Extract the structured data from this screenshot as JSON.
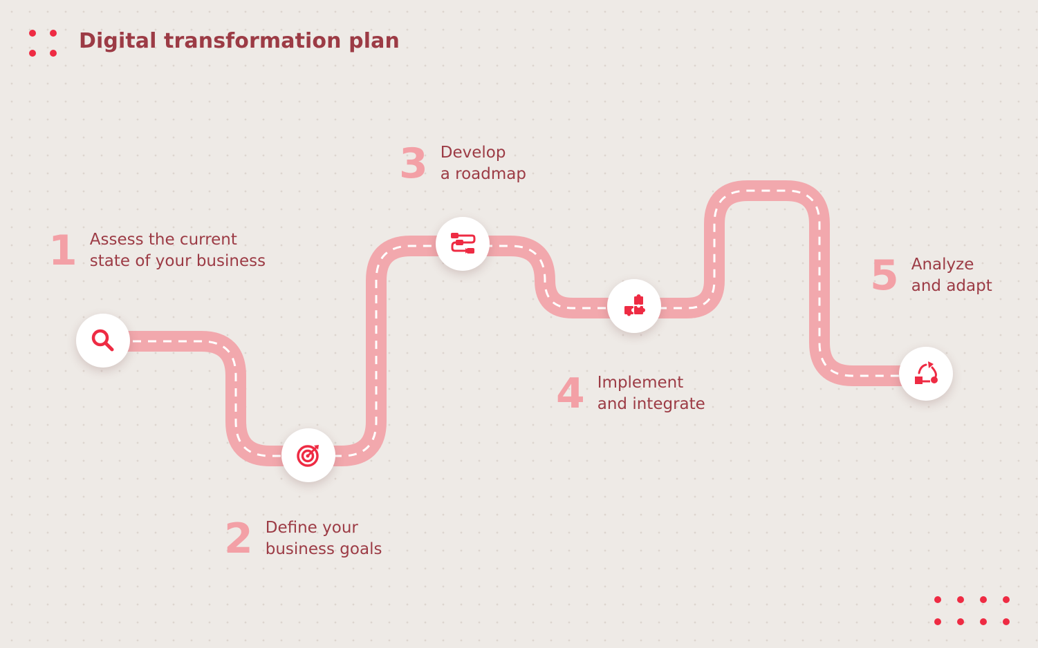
{
  "title": "Digital transformation plan",
  "colors": {
    "background": "#EEEAE6",
    "title": "#9C3B45",
    "accent": "#EE2B43",
    "road": "#F2A8AD",
    "number": "#F3A0A6"
  },
  "steps": [
    {
      "number": "1",
      "line1": "Assess the current",
      "line2": "state of your business",
      "icon": "search-icon"
    },
    {
      "number": "2",
      "line1": "Define your",
      "line2": "business goals",
      "icon": "target-icon"
    },
    {
      "number": "3",
      "line1": "Develop",
      "line2": "a roadmap",
      "icon": "roadmap-icon"
    },
    {
      "number": "4",
      "line1": "Implement",
      "line2": "and integrate",
      "icon": "puzzle-icon"
    },
    {
      "number": "5",
      "line1": "Analyze",
      "line2": "and adapt",
      "icon": "cycle-icon"
    }
  ]
}
